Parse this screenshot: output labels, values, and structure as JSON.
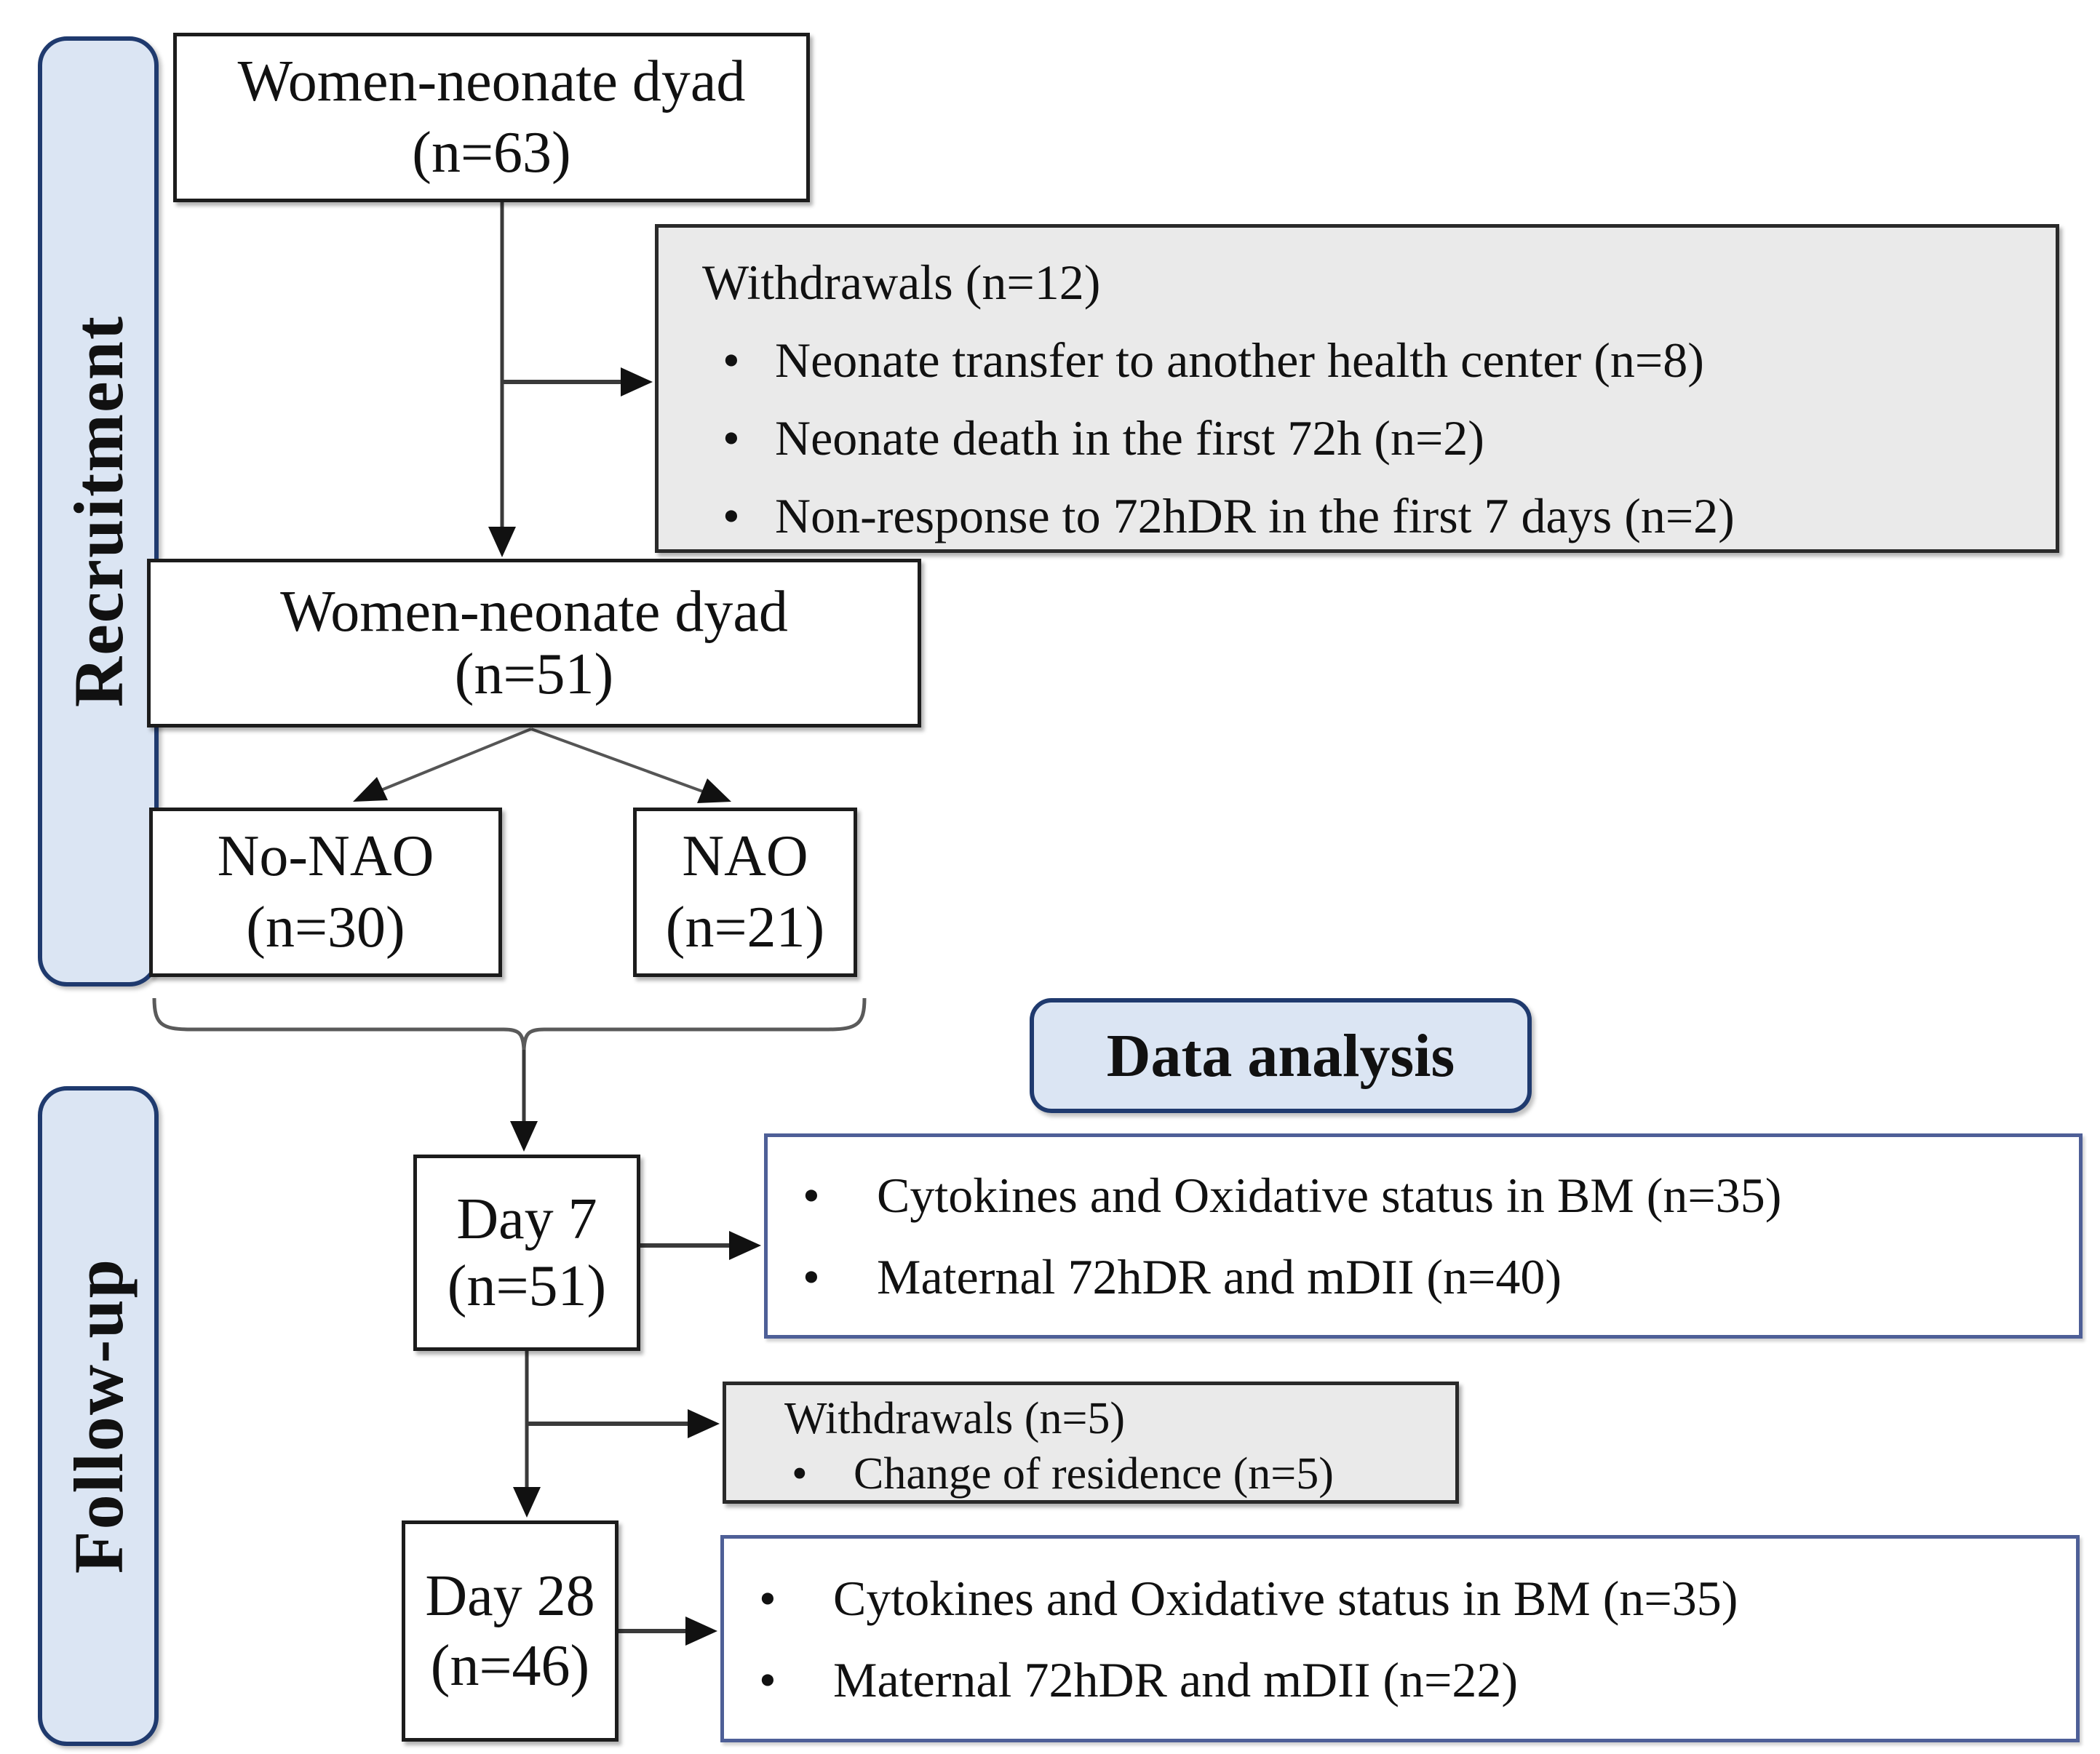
{
  "glyphs": {
    "bullet": "•"
  },
  "palette": {
    "page_bg": "#ffffff",
    "node_border": "#1c1c1c",
    "grey_fill": "#eaeaea",
    "grey_border": "#2a2a2a",
    "blue_border": "#4e5f97",
    "accent_fill": "#dbe5f3",
    "accent_border": "#1f3a6e",
    "text": "#111111",
    "line": "#3a3a3a"
  },
  "sections": {
    "recruitment": "Recruitment",
    "followup": "Follow-up"
  },
  "nodes": {
    "dyad63": {
      "line1": "Women-neonate dyad",
      "line2": "(n=63)"
    },
    "withdrawals12": {
      "title": "Withdrawals (n=12)",
      "bullets": [
        "Neonate transfer to another health center (n=8)",
        "Neonate death in the first 72h (n=2)",
        "Non-response to 72hDR in the first 7 days (n=2)"
      ]
    },
    "dyad51": {
      "line1": "Women-neonate dyad",
      "line2": "(n=51)"
    },
    "no_nao": {
      "line1": "No-NAO",
      "line2": "(n=30)"
    },
    "nao": {
      "line1": "NAO",
      "line2": "(n=21)"
    },
    "data_analysis": {
      "label": "Data analysis"
    },
    "day7": {
      "line1": "Day 7",
      "line2": "(n=51)"
    },
    "day7_analysis": {
      "bullets": [
        "Cytokines and Oxidative status in BM (n=35)",
        "Maternal 72hDR and mDII (n=40)"
      ]
    },
    "withdrawals5": {
      "title": "Withdrawals (n=5)",
      "bullets": [
        "Change of residence (n=5)"
      ]
    },
    "day28": {
      "line1": "Day 28",
      "line2": "(n=46)"
    },
    "day28_analysis": {
      "bullets": [
        "Cytokines and Oxidative status in BM (n=35)",
        "Maternal 72hDR and mDII (n=22)"
      ]
    }
  }
}
